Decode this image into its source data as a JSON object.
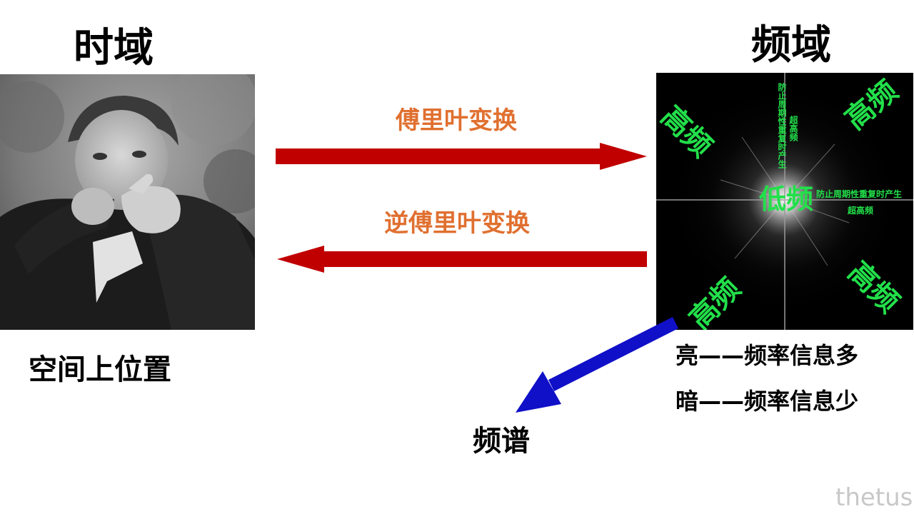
{
  "left": {
    "title": "时域",
    "caption": "空间上位置"
  },
  "right": {
    "title": "频域",
    "spectrum_labels": {
      "high_freq": "高频",
      "low_freq": "低频",
      "vertical_note_1": "防止周期性重复时产生",
      "vertical_note_2": "超高频",
      "horizontal_note_1": "防止周期性重复时产生",
      "horizontal_note_2": "超高频"
    },
    "bright_note": "亮——频率信息多",
    "dark_note": "暗——频率信息少"
  },
  "arrows": {
    "forward_label": "傅里叶变换",
    "inverse_label": "逆傅里叶变换",
    "spectrum_label": "频谱"
  },
  "colors": {
    "arrow_red": "#c00000",
    "arrow_blue": "#1010c8",
    "label_orange": "#e07030",
    "spectrum_green": "#22e04a"
  },
  "watermark": "thetus"
}
